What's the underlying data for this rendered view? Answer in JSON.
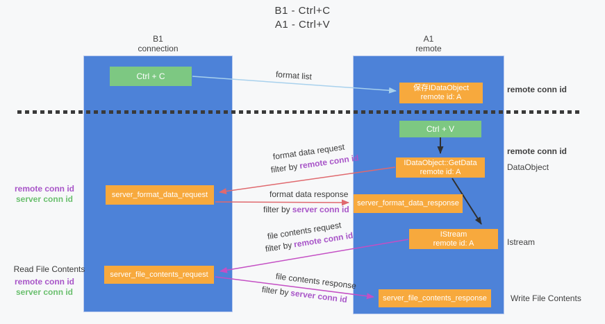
{
  "title": {
    "line1": "B1 - Ctrl+C",
    "line2": "A1 - Ctrl+V"
  },
  "columns": {
    "left": {
      "name": "B1",
      "role": "connection"
    },
    "right": {
      "name": "A1",
      "role": "remote"
    }
  },
  "nodes": {
    "ctrl_c": "Ctrl + C",
    "ctrl_v": "Ctrl + V",
    "save_idataobject": {
      "line1": "保存IDataObject",
      "line2": "remote id: A"
    },
    "getdata": {
      "line1": "IDataObject::GetData",
      "line2": "remote id: A"
    },
    "istream": {
      "line1": "IStream",
      "line2": "remote id: A"
    },
    "server_format_data_request": "server_format_data_request",
    "server_format_data_response": "server_format_data_response",
    "server_file_contents_request": "server_file_contents_request",
    "server_file_contents_response": "server_file_contents_response"
  },
  "edge_labels": {
    "format_list": "format list",
    "format_data_request": "format data request",
    "format_data_response": "format data response",
    "file_contents_request": "file contents request",
    "file_contents_response": "file contents response",
    "filter_by": "filter by",
    "remote_conn_id": "remote conn id",
    "server_conn_id": "server conn id"
  },
  "side_labels": {
    "remote_conn_id": "remote conn id",
    "server_conn_id": "server conn id",
    "read_file_contents": "Read File Contents",
    "write_file_contents": "Write File Contents",
    "dataobject": "DataObject",
    "istream": "Istream"
  },
  "colors": {
    "column_blue": "#4d82d8",
    "box_orange": "#f7a93d",
    "box_green": "#7dc882",
    "arrow_red": "#e0696e",
    "arrow_magenta": "#c44fc4",
    "arrow_light_blue": "#a8d1ed",
    "arrow_black": "#2f2f2f",
    "label_purple": "#a855c8",
    "label_green": "#6abf6e"
  }
}
